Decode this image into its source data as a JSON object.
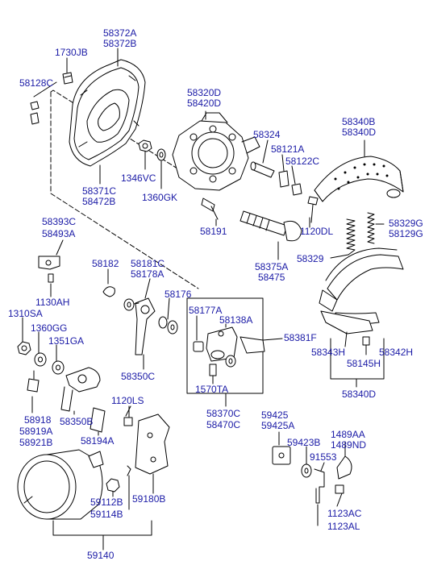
{
  "colors": {
    "label": "#1a1aa6",
    "line": "#000000",
    "paper": "#ffffff"
  },
  "labels": {
    "p1730jb": "1730JB",
    "p58372a": "58372A",
    "p58372b": "58372B",
    "p58128c": "58128C",
    "p58320d": "58320D",
    "p58420d": "58420D",
    "p58340b": "58340B",
    "p58340d_top": "58340D",
    "p58324": "58324",
    "p58121a": "58121A",
    "p58122c": "58122C",
    "p1346vc": "1346VC",
    "p1360gk": "1360GK",
    "p58371c": "58371C",
    "p58472b": "58472B",
    "p58191": "58191",
    "p1120dl": "1120DL",
    "p58329g": "58329G",
    "p58129g": "58129G",
    "p58329": "58329",
    "p58375a": "58375A",
    "p58475": "58475",
    "p58393c": "58393C",
    "p58493a": "58493A",
    "p1130ah": "1130AH",
    "p58182": "58182",
    "p58181c": "58181C",
    "p58178a": "58178A",
    "p58176": "58176",
    "p58177a": "58177A",
    "p58138a": "58138A",
    "p58381f": "58381F",
    "p1310sa": "1310SA",
    "p1360gg": "1360GG",
    "p1351ga": "1351GA",
    "p58350c": "58350C",
    "p58343h": "58343H",
    "p58342h": "58342H",
    "p58145h": "58145H",
    "p1570ta": "1570TA",
    "p58340d_bot": "58340D",
    "p58918": "58918",
    "p58919a": "58919A",
    "p58921b": "58921B",
    "p58350b": "58350B",
    "p1120ls": "1120LS",
    "p58194a": "58194A",
    "p58370c": "58370C",
    "p58470c": "58470C",
    "p59425": "59425",
    "p59425a": "59425A",
    "p59423b": "59423B",
    "p1489aa": "1489AA",
    "p1489nd": "1489ND",
    "p91553": "91553",
    "p59112b": "59112B",
    "p59114b": "59114B",
    "p59180b": "59180B",
    "p1123ac": "1123AC",
    "p1123al": "1123AL",
    "p59140": "59140"
  }
}
